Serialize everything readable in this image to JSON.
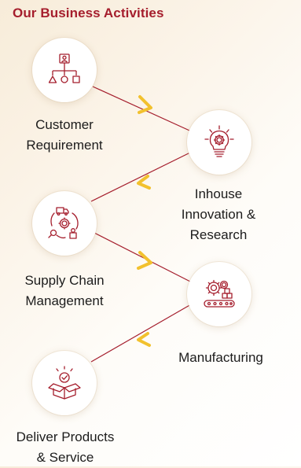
{
  "header": {
    "title": "Our Business Activities"
  },
  "colors": {
    "accent": "#a51e2d",
    "connector": "#a51e2d",
    "chevron": "#f2c12e",
    "icon_stroke": "#a51e2d"
  },
  "steps": [
    {
      "label": "Customer\nRequirement",
      "icon": "org-chart-icon"
    },
    {
      "label": "Inhouse\nInnovation &\nResearch",
      "icon": "lightbulb-gear-icon"
    },
    {
      "label": "Supply Chain\nManagement",
      "icon": "supply-chain-cycle-icon"
    },
    {
      "label": "Manufacturing",
      "icon": "gears-conveyor-icon"
    },
    {
      "label": "Deliver Products\n& Service",
      "icon": "open-box-check-icon"
    }
  ]
}
